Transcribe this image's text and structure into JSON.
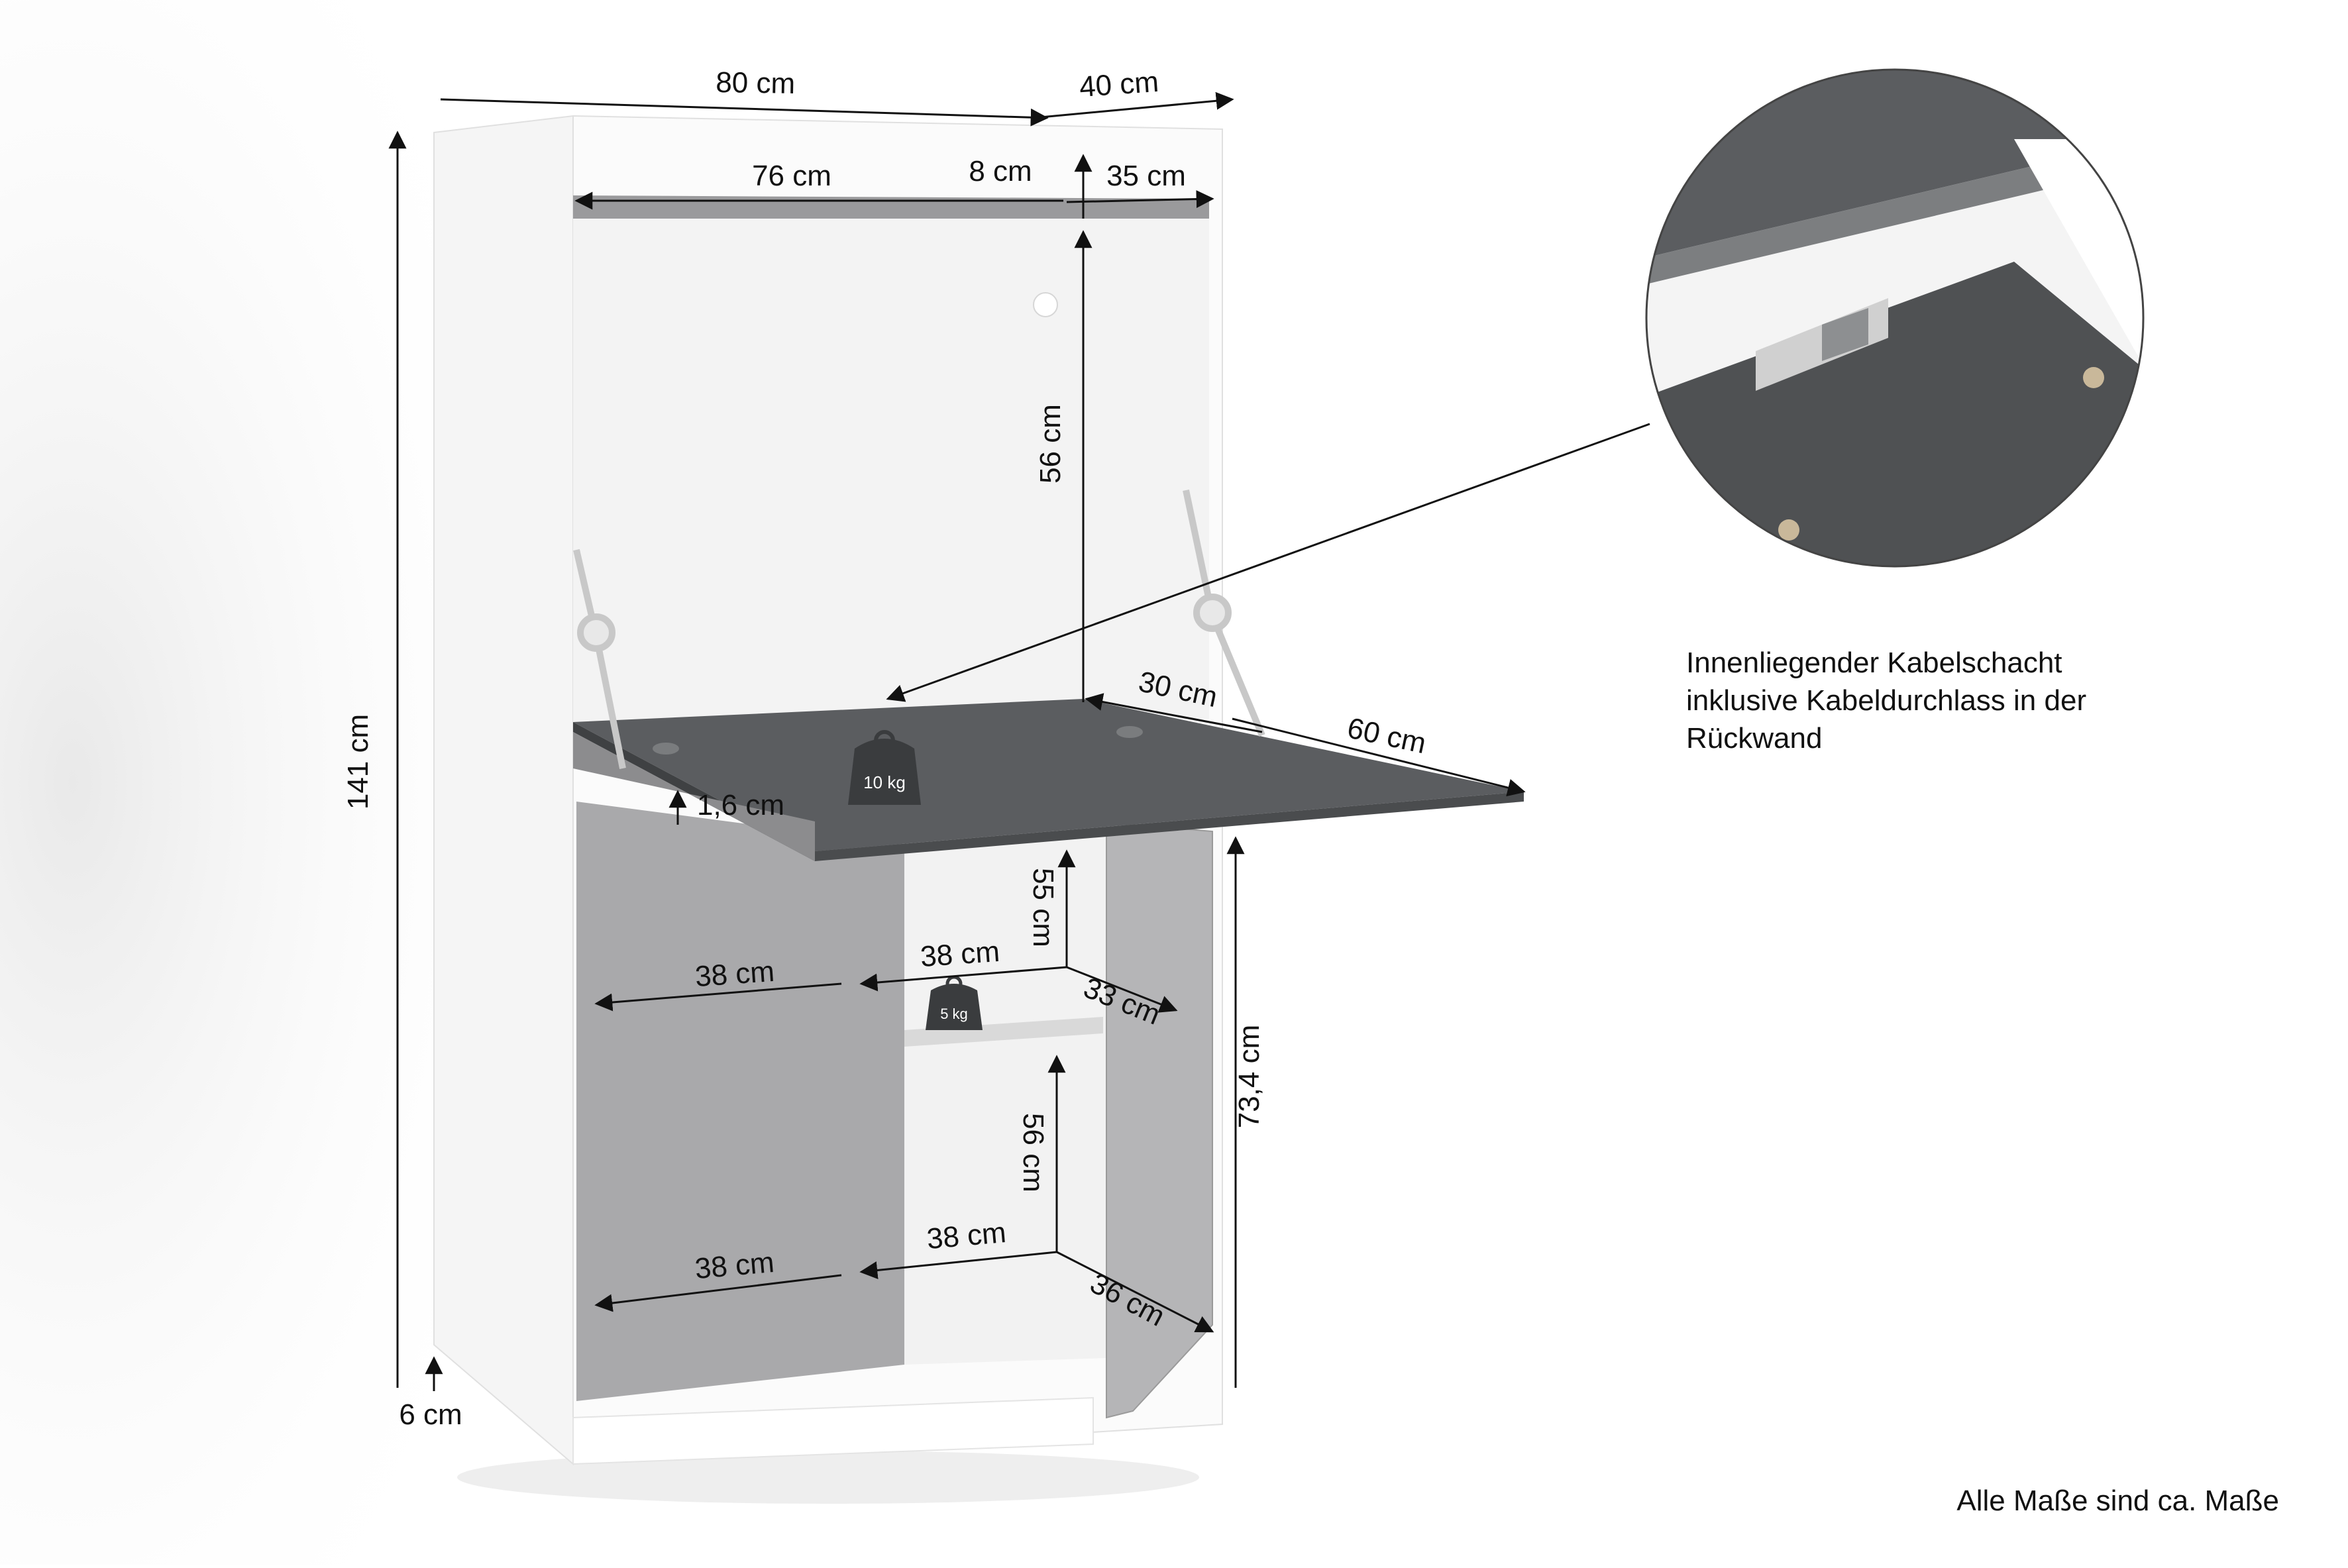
{
  "dimensions": {
    "total_width": "80 cm",
    "total_depth": "40 cm",
    "inner_width": "76 cm",
    "top_gap": "8 cm",
    "inner_depth": "35 cm",
    "upper_height": "56 cm",
    "total_height": "141 cm",
    "flap_depth": "30 cm",
    "flap_length": "60 cm",
    "flap_thickness": "1,6 cm",
    "mid_shelf_height": "55 cm",
    "left_width_upper": "38 cm",
    "right_width_upper": "38 cm",
    "shelf_depth_upper": "33 cm",
    "lower_height": "56 cm",
    "left_width_lower": "38 cm",
    "right_width_lower": "38 cm",
    "shelf_depth_lower": "36 cm",
    "desk_height": "73,4 cm",
    "plinth_height": "6 cm"
  },
  "loads": {
    "flap_load": "10 kg",
    "shelf_load": "5 kg"
  },
  "callout": {
    "line1": "Innenliegender Kabelschacht",
    "line2": "inklusive Kabeldurchlass in der",
    "line3": "Rückwand"
  },
  "footnote": "Alle Maße sind ca. Maße",
  "colors": {
    "cabinet_white": "#f7f7f7",
    "dark_panel": "#5b5d60",
    "grey_panel": "#a9a9ab",
    "line": "#111111"
  }
}
